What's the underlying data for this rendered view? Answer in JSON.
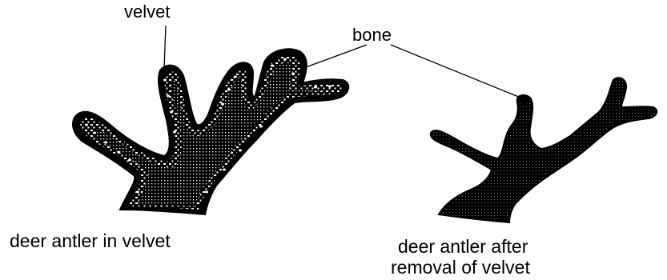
{
  "labels": {
    "velvet": "velvet",
    "bone": "bone"
  },
  "captions": {
    "left": "deer antler in velvet",
    "right_line1": "deer antler after",
    "right_line2": "removal of velvet"
  },
  "colors": {
    "ink": "#000000",
    "velvet_fill": "#ffffff",
    "background": "#ffffff"
  }
}
